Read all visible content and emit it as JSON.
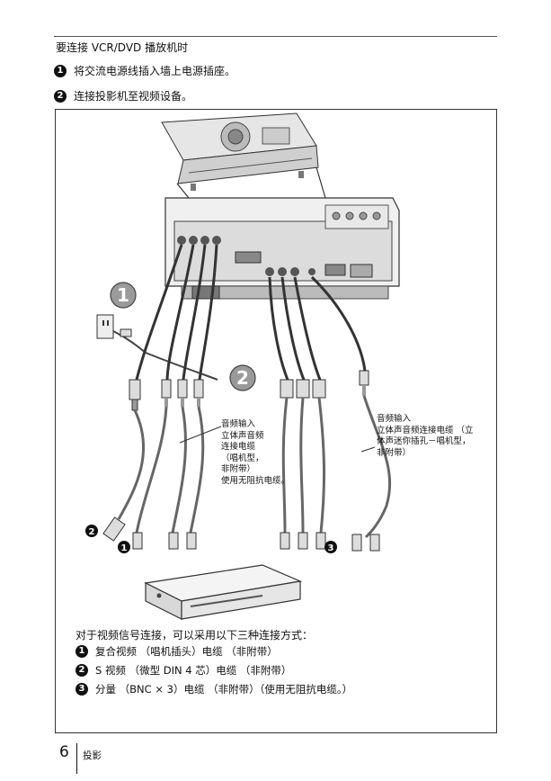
{
  "heading": "要连接 VCR/DVD 播放机时",
  "steps": [
    {
      "num": "1",
      "text": "将交流电源线插入墙上电源插座。"
    },
    {
      "num": "2",
      "text": "连接投影机至视频设备。"
    }
  ],
  "diagram": {
    "big_step_1": "1",
    "big_step_2": "2",
    "callout_audio_left": "音频输入\n立体声音频\n连接电缆\n（唱机型，\n非附带）\n使用无阻抗电缆。",
    "callout_audio_right": "音频输入\n立体声音频连接电缆 （立\n体声迷你插孔－唱机型，\n非附带）",
    "marker_a": "2",
    "marker_b": "1",
    "marker_c": "3"
  },
  "intro": "对于视频信号连接，可以采用以下三种连接方式：",
  "cable_options": [
    {
      "num": "1",
      "text": "复合视频 （唱机插头）电缆 （非附带）"
    },
    {
      "num": "2",
      "text": "S 视频 （微型 DIN 4 芯）电缆 （非附带）"
    },
    {
      "num": "3",
      "text": "分量 （BNC × 3）电缆 （非附带）（使用无阻抗电缆。）"
    }
  ],
  "footer": {
    "page_number": "6",
    "section": "投影"
  }
}
